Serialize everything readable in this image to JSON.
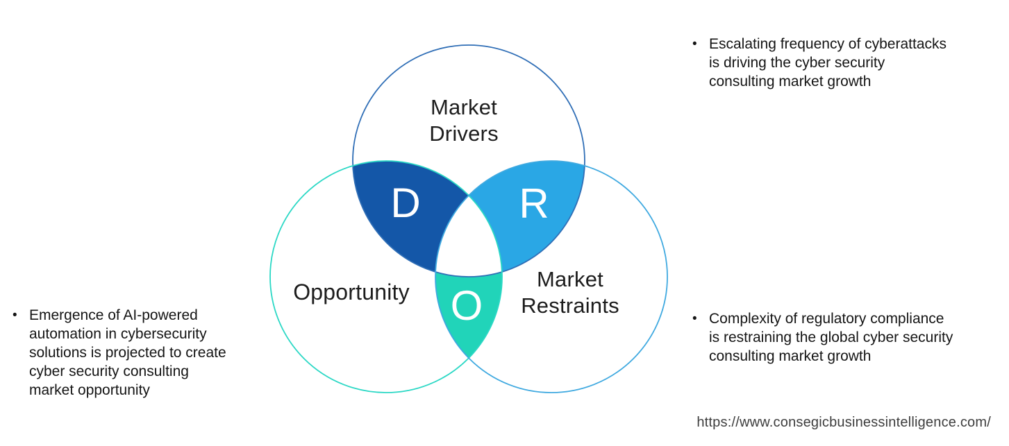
{
  "colors": {
    "d_region_fill": "#1457a8",
    "r_region_fill": "#2aa7e5",
    "o_region_fill": "#21d4b9",
    "center_region_fill": "#ffffff",
    "drivers_circle_stroke": "#2f6eb6",
    "opportunity_circle_stroke": "#2bd8c5",
    "restraints_circle_stroke": "#3fa9e0",
    "label_text": "#1c1c1c",
    "letter_text": "#ffffff",
    "bullet_text": "#141414",
    "url_text": "#3d3d3d"
  },
  "venn": {
    "drivers": {
      "label_line1": "Market",
      "label_line2": "Drivers",
      "letter": "D"
    },
    "opportunity": {
      "label": "Opportunity",
      "letter": "O"
    },
    "restraints": {
      "label_line1": "Market",
      "label_line2": "Restraints",
      "letter": "R"
    }
  },
  "bullets": {
    "marker": "•",
    "top_right": {
      "lines": [
        "Escalating frequency of cyberattacks",
        "is driving the cyber security",
        "consulting market growth"
      ]
    },
    "left": {
      "lines": [
        "Emergence of AI-powered",
        "automation in cybersecurity",
        "solutions is projected to create",
        "cyber security consulting",
        "market opportunity"
      ]
    },
    "bottom_right": {
      "lines": [
        "Complexity of regulatory compliance",
        "is restraining the global cyber security",
        "consulting market growth"
      ]
    }
  },
  "footer": {
    "url": "https://www.consegicbusinessintelligence.com/"
  }
}
